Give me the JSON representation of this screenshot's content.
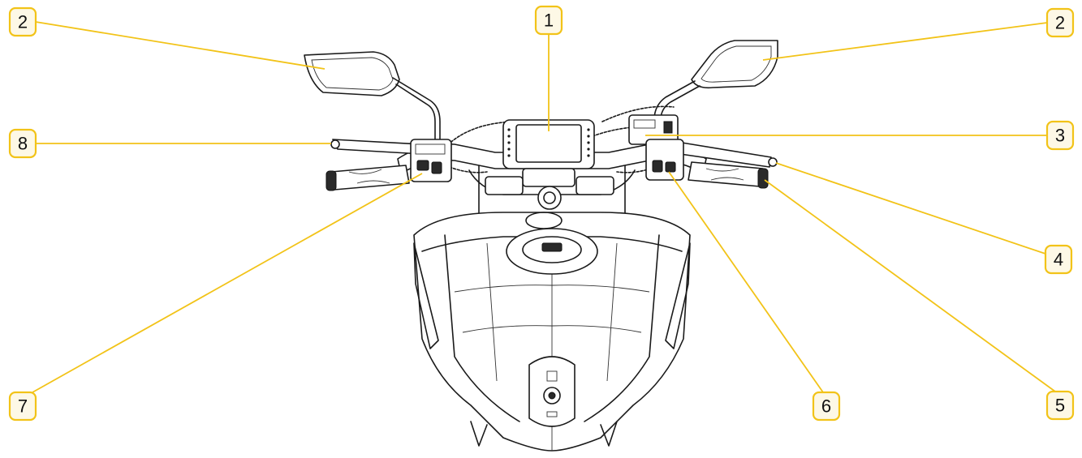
{
  "diagram": {
    "subject_icon": "scooter-handlebar-front-view",
    "accent_color": "#f2c318",
    "callouts": [
      {
        "id": "c1",
        "label": "1"
      },
      {
        "id": "c2-left",
        "label": "2"
      },
      {
        "id": "c2-right",
        "label": "2"
      },
      {
        "id": "c3",
        "label": "3"
      },
      {
        "id": "c4",
        "label": "4"
      },
      {
        "id": "c5",
        "label": "5"
      },
      {
        "id": "c6",
        "label": "6"
      },
      {
        "id": "c7",
        "label": "7"
      },
      {
        "id": "c8",
        "label": "8"
      }
    ]
  }
}
